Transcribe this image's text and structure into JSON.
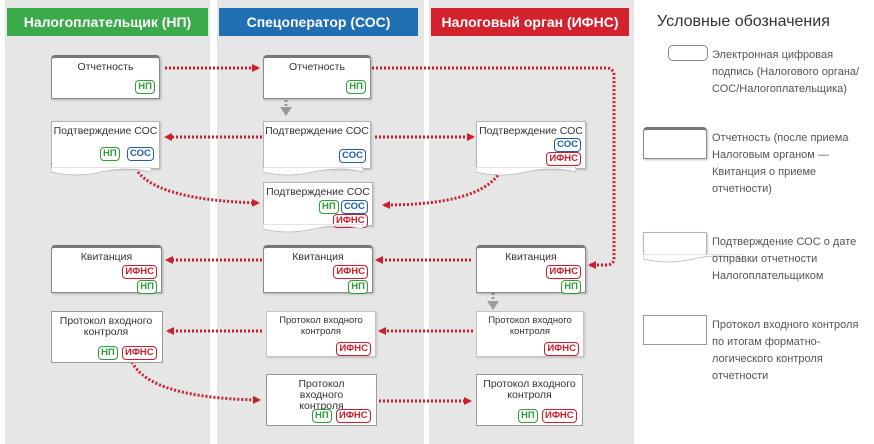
{
  "lanes": {
    "np": {
      "title": "Налогоплательщик (НП)",
      "color": "#3aaa4a"
    },
    "sos": {
      "title": "Спецоператор (СОС)",
      "color": "#1f6fb2"
    },
    "ifns": {
      "title": "Налоговый орган (ИФНС)",
      "color": "#d3222e"
    }
  },
  "badges": {
    "np": "НП",
    "sos": "СОС",
    "ifns": "ИФНС"
  },
  "docs": {
    "otchetnost": "Отчетность",
    "podtverzhdenie": "Подтверждение СОС",
    "kvitanciya": "Квитанция",
    "protokol": "Протокол входного контроля"
  },
  "legend": {
    "title": "Условные обозначения",
    "items": [
      {
        "text": "Электронная цифровая подпись (Налогового органа/ СОС/Налогоплательщика)"
      },
      {
        "text": "Отчетность (после приема Налоговым органом — Квитанция о приеме отчетности)"
      },
      {
        "text": "Подтверждение СОС о дате отправки отчетности Налогоплательщиком"
      },
      {
        "text": "Протокол входного контроля по итогам форматно- логического контроля отчетности"
      }
    ]
  },
  "colors": {
    "arrow_red": "#cc1e2c",
    "arrow_gray": "#999999",
    "lane_bg": "#e6e6e6"
  }
}
